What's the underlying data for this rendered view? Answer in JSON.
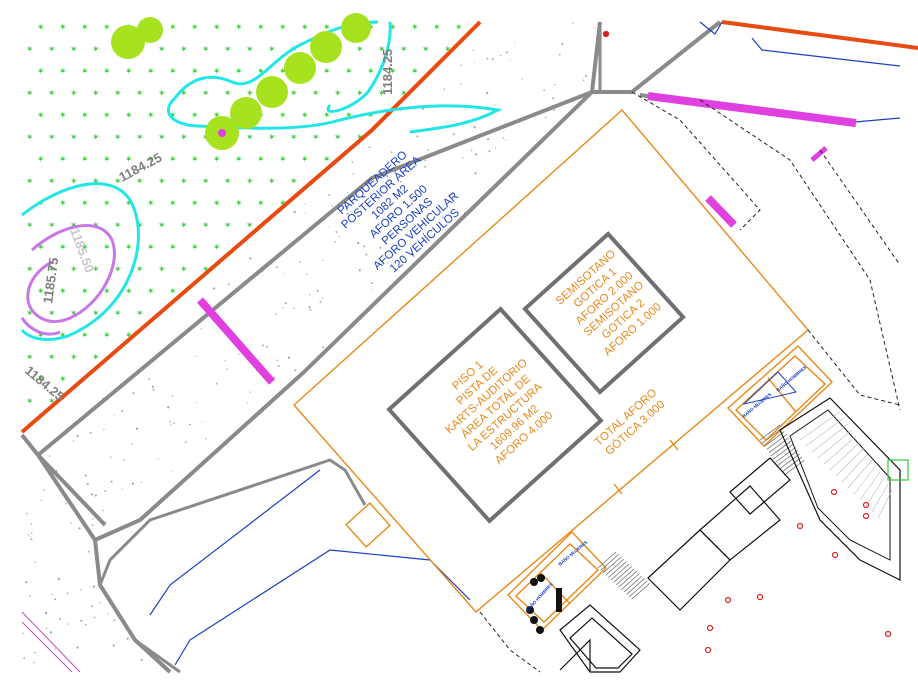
{
  "colors": {
    "lawn_grass": "#33cc33",
    "tree": "#a6e21e",
    "contour_cyan": "#22e6e6",
    "contour_violet": "#c878e6",
    "property_line": "#e84a10",
    "wall": "#8a8a8a",
    "building_outline": "#e8891c",
    "room_outline": "#707070",
    "blue_text": "#1a3fc4",
    "ramp_magenta": "#e040e0",
    "gravel": "#a8a8a8"
  },
  "elevations": {
    "top_right": "1184.25",
    "left_mid": "1184.25",
    "left_low": "1184.25",
    "contour_ring": "1185.75",
    "contour_inner": "1185.50"
  },
  "parking": {
    "lines": [
      "PARQUEADERO",
      "POSTERIOR ÁREA",
      "1082 M2",
      "AFORO 1.500",
      "PERSONAS",
      "AFORO VEHICULAR",
      "120 VEHÍCULOS"
    ]
  },
  "floor1": {
    "lines": [
      "PISO 1",
      "PISTA DE",
      "KARTS-AUDITORIO",
      "ÁREA TOTAL DE",
      "LA ESTRUCTURA",
      "1609.96 M2",
      "AFORO 4.000"
    ]
  },
  "basement": {
    "lines": [
      "SEMISOTANO",
      "GOTICA 1",
      "AFORO 2.000",
      "SEMISOTANO",
      "GOTICA 2",
      "AFORO 1.000"
    ]
  },
  "total": {
    "lines": [
      "TOTAL AFORO",
      "GÓTICA 3.000"
    ]
  },
  "restrooms": {
    "women_upper": "BAÑO MUJERES",
    "men_upper": "BAÑO HOMBRES",
    "women_lower": "BAÑO MUJERES",
    "men_lower": "BAÑO HOMBRES"
  }
}
